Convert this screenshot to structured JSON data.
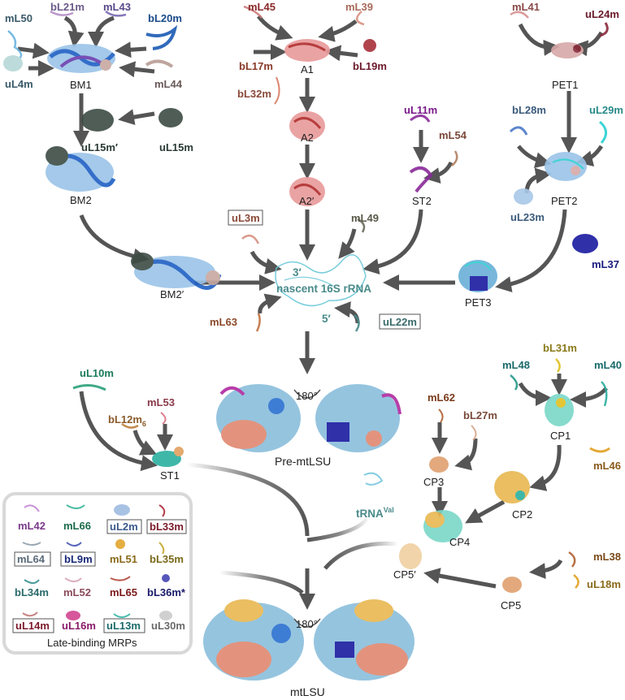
{
  "modules": {
    "BM1": "BM1",
    "BM2": "BM2",
    "BM2p": "BM2′",
    "A1": "A1",
    "A2": "A2",
    "A2p": "A2′",
    "PET1": "PET1",
    "PET2": "PET2",
    "PET3": "PET3",
    "ST2": "ST2",
    "ST1": "ST1",
    "CP1": "CP1",
    "CP2": "CP2",
    "CP3": "CP3",
    "CP4": "CP4",
    "CP5": "CP5",
    "CP5p": "CP5′"
  },
  "proteins": {
    "mL50": "mL50",
    "bL21m": "bL21m",
    "mL43": "mL43",
    "bL20m": "bL20m",
    "uL4m": "uL4m",
    "mL44": "mL44",
    "uL15mp": "uL15m′",
    "uL15m": "uL15m",
    "mL45": "mL45",
    "mL39": "mL39",
    "bL17m": "bL17m",
    "bL19m": "bL19m",
    "bL32m": "bL32m",
    "mL41": "mL41",
    "uL24m": "uL24m",
    "bL28m": "bL28m",
    "uL29m": "uL29m",
    "uL23m": "uL23m",
    "mL37": "mL37",
    "uL11m": "uL11m",
    "mL54": "mL54",
    "uL3m": "uL3m",
    "mL49": "mL49",
    "mL63": "mL63",
    "uL22m": "uL22m",
    "uL10m": "uL10m",
    "mL53": "mL53",
    "bL12m": "bL12m",
    "bL12m_sub": "6",
    "mL62": "mL62",
    "bL27m": "bL27m",
    "bL31m": "bL31m",
    "mL48": "mL48",
    "mL40": "mL40",
    "mL46": "mL46",
    "mL38": "mL38",
    "uL18m": "uL18m"
  },
  "rna": {
    "three_prime": "3′",
    "five_prime": "5′",
    "nascent": "nascent 16S rRNA",
    "trna": "tRNA",
    "trna_sup": "Val"
  },
  "rotation": {
    "top": "180°",
    "bottom": "180°"
  },
  "complexes": {
    "pre": "Pre-mtLSU",
    "final": "mtLSU"
  },
  "late_binding": {
    "title": "Late-binding MRPs",
    "rows": [
      [
        "mL42",
        "mL66",
        "uL2m",
        "bL33m"
      ],
      [
        "mL64",
        "bL9m",
        "mL51",
        "bL35m"
      ],
      [
        "bL34m",
        "mL52",
        "mL65",
        "bL36m*"
      ],
      [
        "uL14m",
        "uL16m",
        "uL13m",
        "uL30m"
      ]
    ]
  },
  "colors": {
    "arrow": "#555555",
    "rRNA": "#4aa6c8",
    "BM": "#2a6fd0",
    "A": "#cc4a4a",
    "PET": "#6aa8d8",
    "CP": "#e0a020",
    "mL37": "#1a1aa0"
  }
}
